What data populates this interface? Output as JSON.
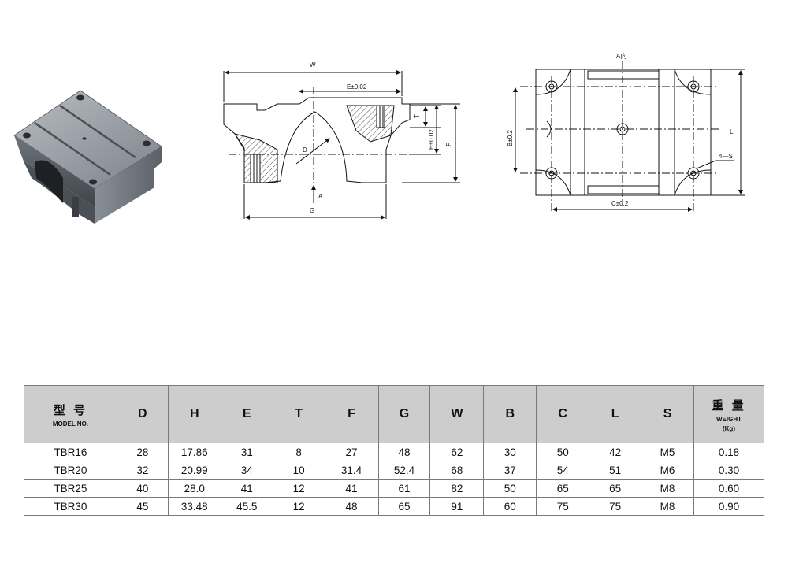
{
  "drawing": {
    "front_view": {
      "W": "W",
      "E": "E±0.02",
      "T": "T",
      "H": "H±0.02",
      "F": "F",
      "D": "D",
      "A": "A",
      "G": "G"
    },
    "top_view": {
      "view_label": "A向",
      "B": "B±0.2",
      "L": "L",
      "C": "C±0.2",
      "S": "4—S"
    }
  },
  "table": {
    "headers": {
      "model_cn": "型 号",
      "model_en": "MODEL NO.",
      "D": "D",
      "H": "H",
      "E": "E",
      "T": "T",
      "F": "F",
      "G": "G",
      "W": "W",
      "B": "B",
      "C": "C",
      "L": "L",
      "S": "S",
      "weight_cn": "重 量",
      "weight_en": "WEIGHT",
      "weight_unit": "(Kg)"
    },
    "rows": [
      {
        "model": "TBR16",
        "D": "28",
        "H": "17.86",
        "E": "31",
        "T": "8",
        "F": "27",
        "G": "48",
        "W": "62",
        "B": "30",
        "C": "50",
        "L": "42",
        "S": "M5",
        "weight": "0.18"
      },
      {
        "model": "TBR20",
        "D": "32",
        "H": "20.99",
        "E": "34",
        "T": "10",
        "F": "31.4",
        "G": "52.4",
        "W": "68",
        "B": "37",
        "C": "54",
        "L": "51",
        "S": "M6",
        "weight": "0.30"
      },
      {
        "model": "TBR25",
        "D": "40",
        "H": "28.0",
        "E": "41",
        "T": "12",
        "F": "41",
        "G": "61",
        "W": "82",
        "B": "50",
        "C": "65",
        "L": "65",
        "S": "M8",
        "weight": "0.60"
      },
      {
        "model": "TBR30",
        "D": "45",
        "H": "33.48",
        "E": "45.5",
        "T": "12",
        "F": "48",
        "G": "65",
        "W": "91",
        "B": "60",
        "C": "75",
        "L": "75",
        "S": "M8",
        "weight": "0.90"
      }
    ]
  }
}
